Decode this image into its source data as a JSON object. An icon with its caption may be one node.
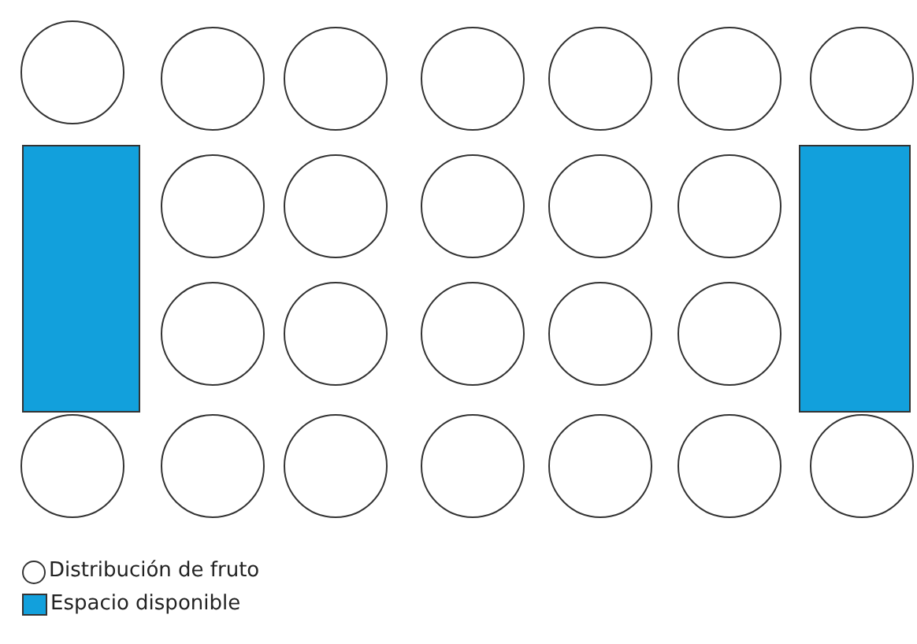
{
  "diagram": {
    "nodes": [
      {
        "text": [],
        "shape": "circle"
      },
      {
        "text": [],
        "shape": "circle"
      },
      {
        "text": [],
        "shape": "circle"
      },
      {
        "text": [],
        "shape": "circle"
      },
      {
        "text": [],
        "shape": "circle"
      },
      {
        "text": [],
        "shape": "circle"
      },
      {
        "text": [],
        "shape": "circle"
      },
      {
        "text": [],
        "shape": "box"
      },
      {
        "text": [],
        "shape": "circle"
      },
      {
        "text": [],
        "shape": "circle"
      },
      {
        "text": [],
        "shape": "circle"
      },
      {
        "text": [],
        "shape": "circle"
      },
      {
        "text": [],
        "shape": "circle"
      },
      {
        "text": [],
        "shape": "box"
      },
      {
        "text": [],
        "shape": "circle"
      },
      {
        "text": [],
        "shape": "circle"
      },
      {
        "text": [],
        "shape": "circle"
      },
      {
        "text": [],
        "shape": "circle"
      },
      {
        "text": [],
        "shape": "circle"
      },
      {
        "text": [],
        "shape": "circle"
      },
      {
        "text": [],
        "shape": "circle"
      },
      {
        "text": [],
        "shape": "circle"
      },
      {
        "text": [],
        "shape": "circle"
      },
      {
        "text": [],
        "shape": "circle"
      },
      {
        "text": [],
        "shape": "circle"
      },
      {
        "text": [],
        "shape": "circle"
      }
    ],
    "legend": [
      {
        "text": "Distribución de fruto"
      },
      {
        "text": "Espacio disponible",
        "color": "#12a0dc"
      }
    ]
  }
}
